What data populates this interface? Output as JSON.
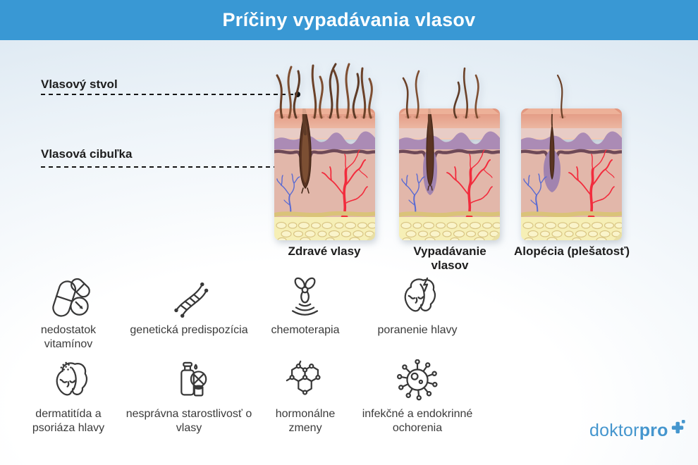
{
  "header": {
    "title": "Príčiny vypadávania vlasov",
    "bg_color": "#3998D4"
  },
  "anatomy": [
    {
      "label": "Vlasový stvol"
    },
    {
      "label": "Vlasová cibuľka"
    }
  ],
  "stages": [
    {
      "caption": "Zdravé vlasy"
    },
    {
      "caption": "Vypadávanie vlasov"
    },
    {
      "caption": "Alopécia (plešatosť)"
    }
  ],
  "causes": [
    {
      "icon": "pills-icon",
      "label": "nedostatok vitamínov"
    },
    {
      "icon": "dna-icon",
      "label": "genetická predispozícia"
    },
    {
      "icon": "radiation-icon",
      "label": "chemoterapia"
    },
    {
      "icon": "head-injury-icon",
      "label": "poranenie hlavy"
    },
    {
      "icon": "dermatitis-icon",
      "label": "dermatitída a psoriáza hlavy"
    },
    {
      "icon": "hair-care-icon",
      "label": "nesprávna starostlivosť o vlasy"
    },
    {
      "icon": "molecule-icon",
      "label": "hormonálne zmeny"
    },
    {
      "icon": "virus-icon",
      "label": "infekčné a endokrinné ochorenia"
    }
  ],
  "logo": {
    "name": "doktor",
    "bold": "pro",
    "color": "#4596CE"
  }
}
